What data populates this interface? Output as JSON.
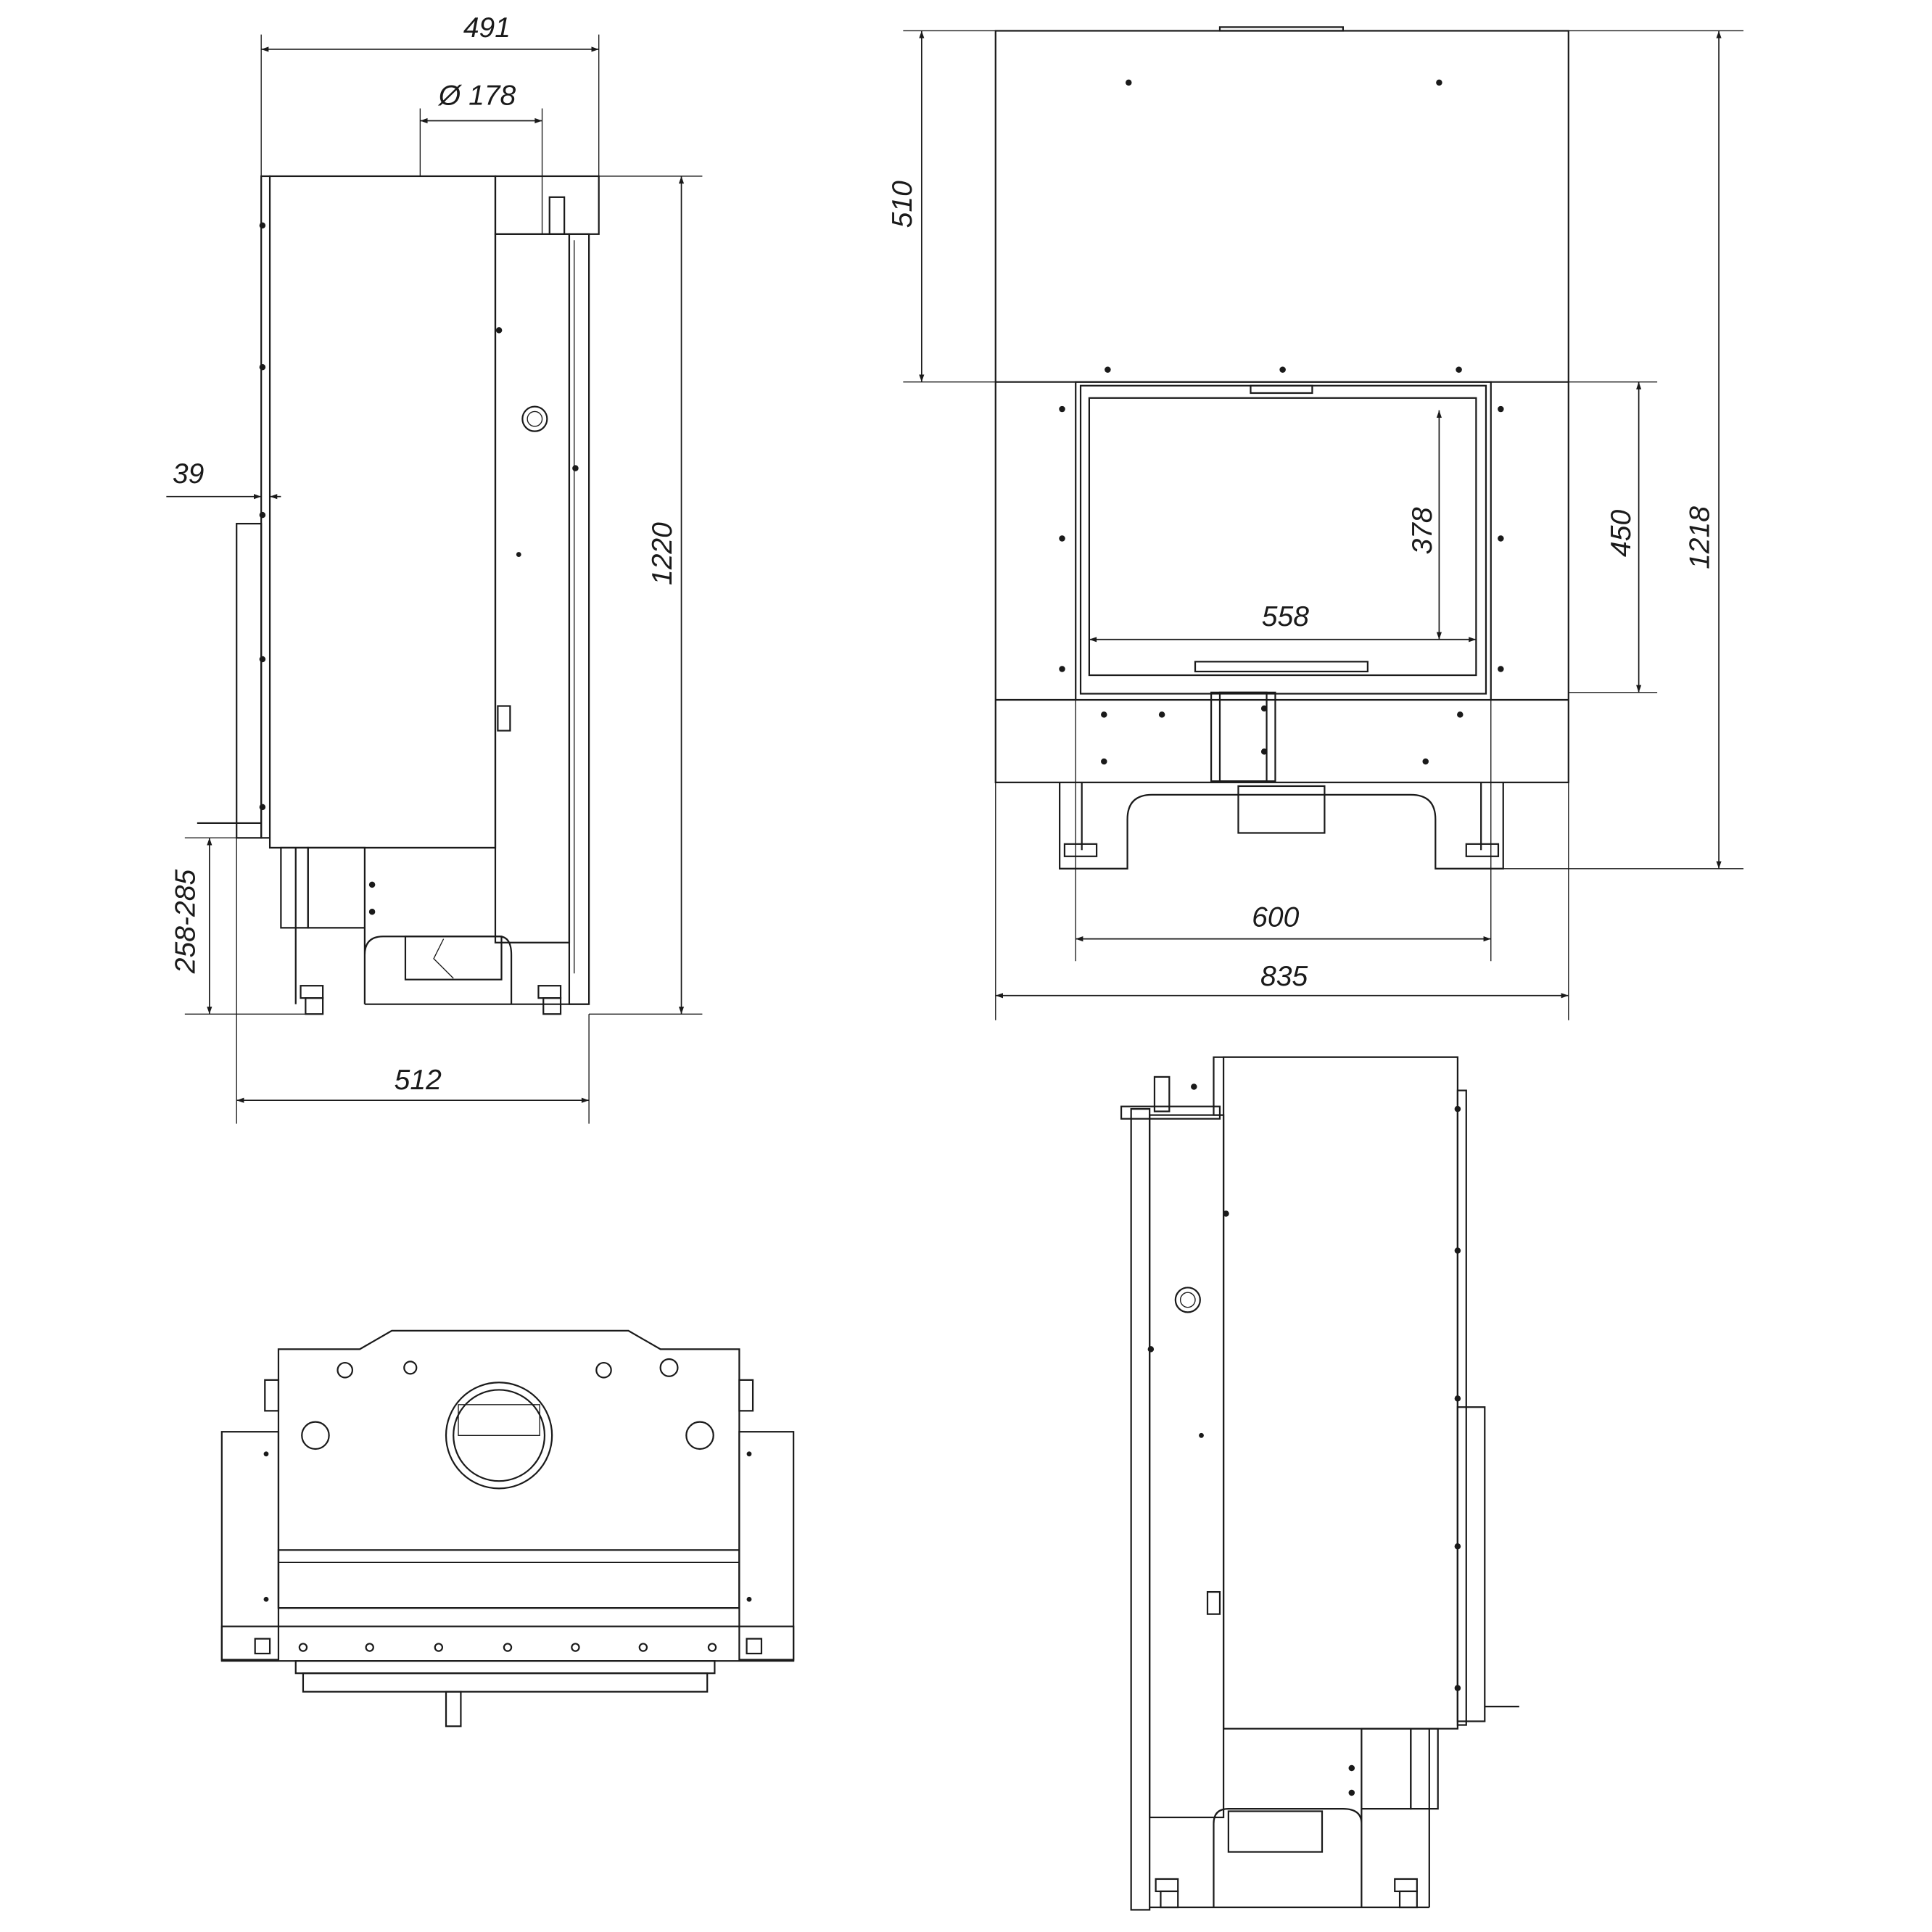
{
  "title": "Fireplace insert dimension drawing",
  "views": {
    "left_side_view": {
      "dims": {
        "width_top": "491",
        "flue_diameter": "Ø 178",
        "front_offset": "39",
        "height": "1220",
        "leg_height": "258-285",
        "depth": "512"
      }
    },
    "front_view": {
      "dims": {
        "top_section_height": "510",
        "glass_height": "378",
        "glass_width": "558",
        "door_height": "450",
        "total_height": "1218",
        "door_width": "600",
        "total_width": "835"
      }
    },
    "top_view": {},
    "right_side_view": {}
  }
}
